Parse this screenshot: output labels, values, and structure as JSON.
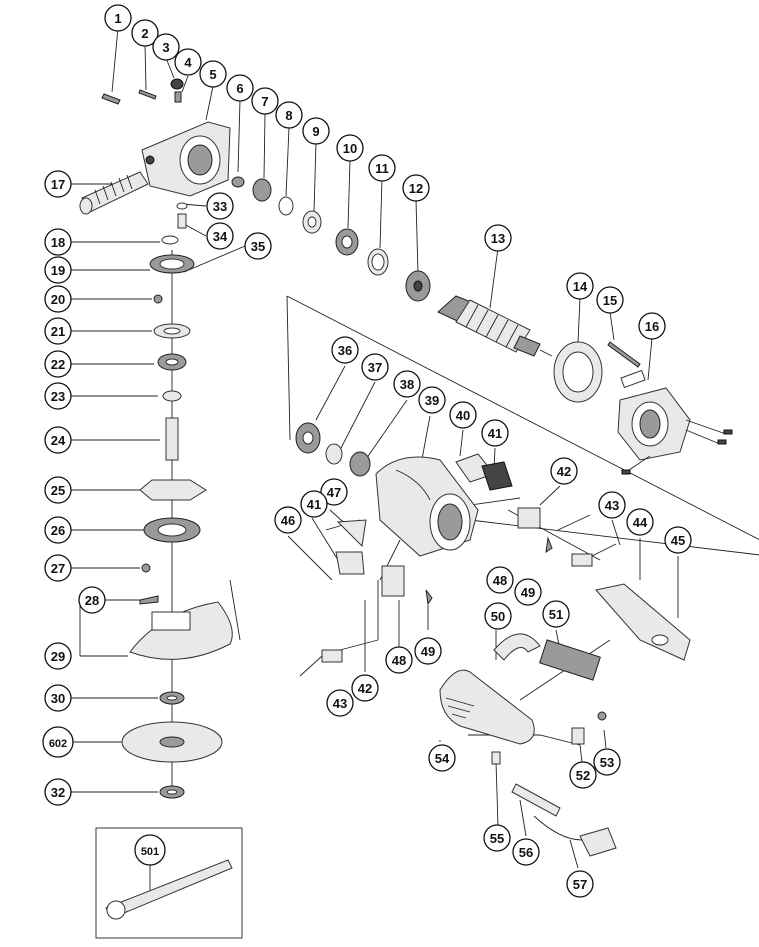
{
  "labels": {
    "1": "1",
    "2": "2",
    "3": "3",
    "4": "4",
    "5": "5",
    "6": "6",
    "7": "7",
    "8": "8",
    "9": "9",
    "10": "10",
    "11": "11",
    "12": "12",
    "13": "13",
    "14": "14",
    "15": "15",
    "16": "16",
    "17": "17",
    "18": "18",
    "19": "19",
    "20": "20",
    "21": "21",
    "22": "22",
    "23": "23",
    "24": "24",
    "25": "25",
    "26": "26",
    "27": "27",
    "28": "28",
    "29": "29",
    "30": "30",
    "32": "32",
    "33": "33",
    "34": "34",
    "35": "35",
    "36": "36",
    "37": "37",
    "38": "38",
    "39": "39",
    "40": "40",
    "41": "41",
    "42": "42",
    "43": "43",
    "44": "44",
    "45": "45",
    "46": "46",
    "47": "47",
    "48": "48",
    "49": "49",
    "50": "50",
    "51": "51",
    "52": "52",
    "53": "53",
    "54": "54",
    "55": "55",
    "56": "56",
    "57": "57",
    "501": "501",
    "602": "602"
  }
}
